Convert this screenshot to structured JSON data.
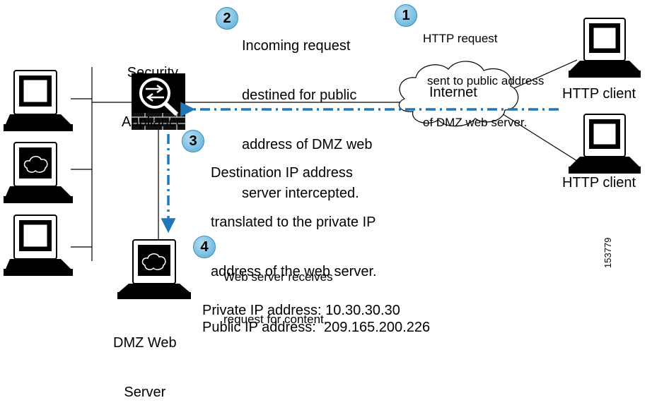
{
  "labels": {
    "security_appliance": [
      "Security",
      "Appliance"
    ],
    "internet": "Internet",
    "http_client_1": "HTTP client",
    "http_client_2": "HTTP client",
    "dmz_server": [
      "DMZ Web",
      "Server"
    ]
  },
  "steps": [
    {
      "number": "1",
      "text": [
        "HTTP request",
        "sent to public address",
        "of DMZ web server."
      ]
    },
    {
      "number": "2",
      "text": [
        "Incoming request",
        "destined for public",
        "address of DMZ web",
        "server intercepted."
      ]
    },
    {
      "number": "3",
      "text": [
        "Destination IP address",
        "translated to the private IP",
        "address of the web server."
      ]
    },
    {
      "number": "4",
      "text": [
        "Web server receives",
        "request for content."
      ]
    }
  ],
  "addresses": {
    "private": "Private IP address: 10.30.30.30",
    "public": "Public IP address:  209.165.200.226"
  },
  "figure_id": "153779",
  "colors": {
    "badge": "#7cc0e2",
    "arrow": "#1f77b8"
  }
}
